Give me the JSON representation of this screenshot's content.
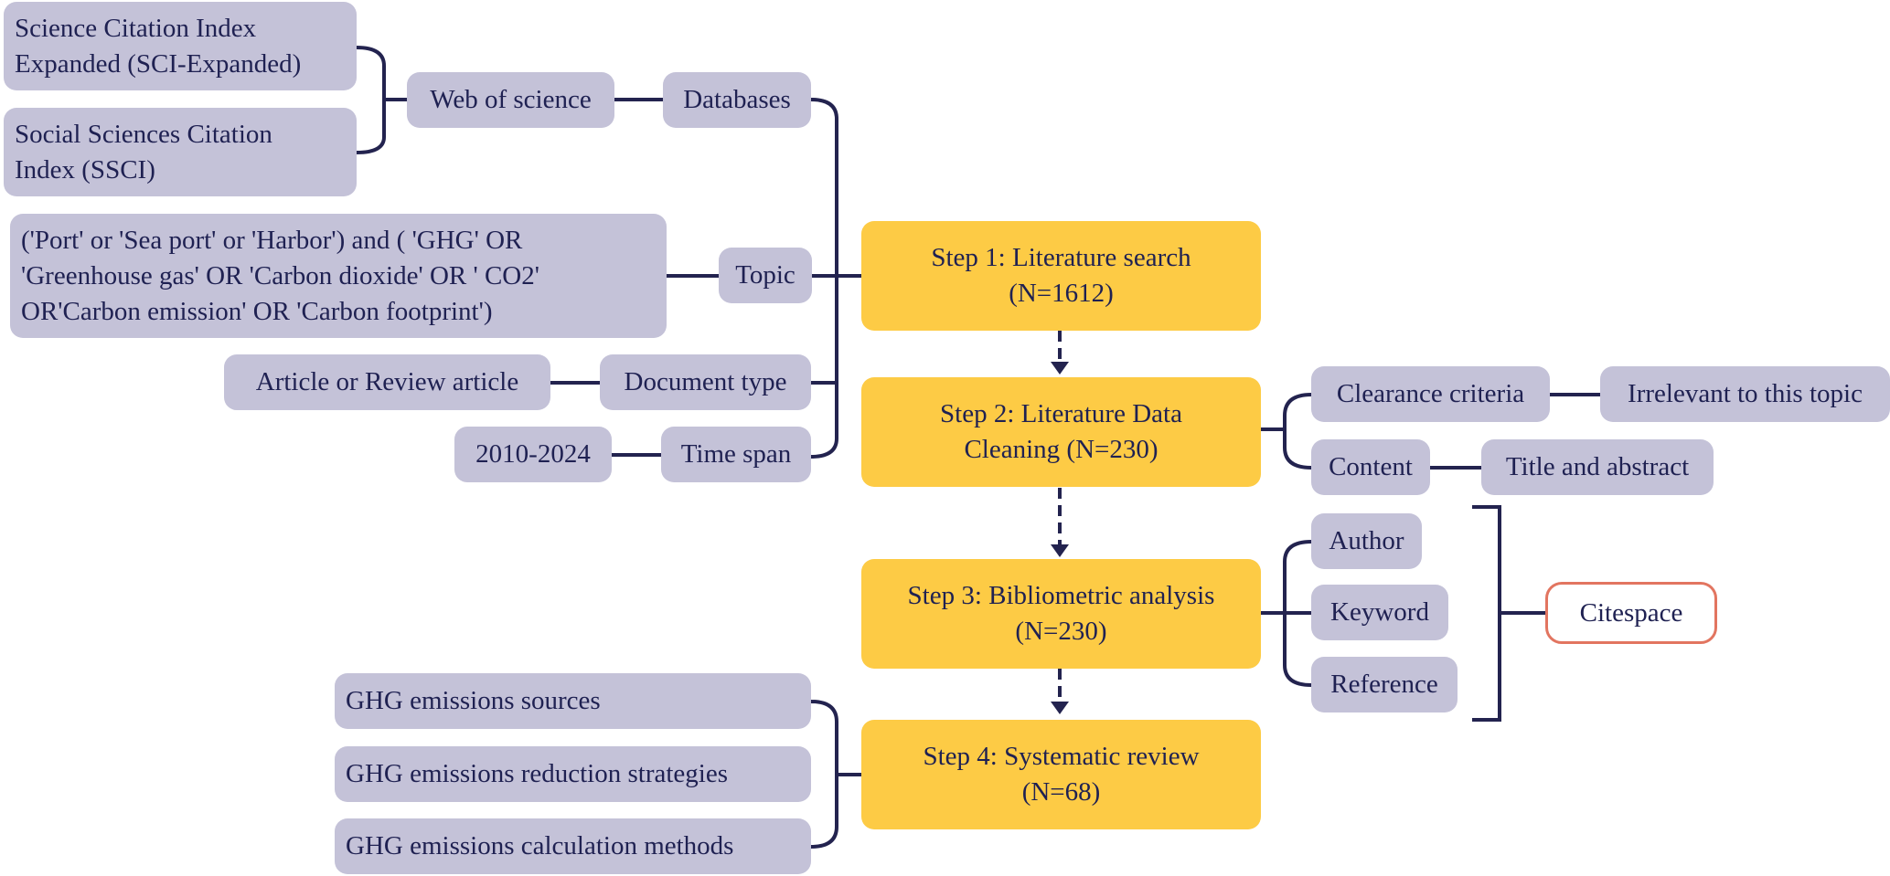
{
  "sources": {
    "sci": "Science Citation Index\nExpanded (SCI-Expanded)",
    "ssci": "Social Sciences Citation\nIndex (SSCI)",
    "web_of_science": "Web of science",
    "databases": "Databases",
    "query": "('Port' or 'Sea port' or 'Harbor') and ( 'GHG' OR\n'Greenhouse gas' OR 'Carbon dioxide' OR ' CO2'\nOR'Carbon emission' OR 'Carbon footprint')",
    "topic": "Topic",
    "article_type": "Article or Review article",
    "document_type": "Document type",
    "years": "2010-2024",
    "time_span": "Time span"
  },
  "steps": {
    "step1": "Step 1: Literature search\n(N=1612)",
    "step2": "Step 2: Literature Data\nCleaning (N=230)",
    "step3": "Step 3: Bibliometric analysis\n(N=230)",
    "step4": "Step 4: Systematic review\n(N=68)"
  },
  "cleaning": {
    "clearance_criteria": "Clearance criteria",
    "irrelevant": "Irrelevant to this topic",
    "content": "Content",
    "title_abstract": "Title and abstract"
  },
  "bibliometric": {
    "author": "Author",
    "keyword": "Keyword",
    "reference": "Reference",
    "tool": "Citespace"
  },
  "review": {
    "sources": "GHG emissions sources",
    "strategies": "GHG emissions reduction strategies",
    "methods": "GHG emissions calculation methods"
  },
  "colors": {
    "node_fill": "#c4c2d8",
    "step_fill": "#fdcb45",
    "line": "#23234f",
    "tool_border": "#e27560",
    "text": "#1f2152"
  }
}
